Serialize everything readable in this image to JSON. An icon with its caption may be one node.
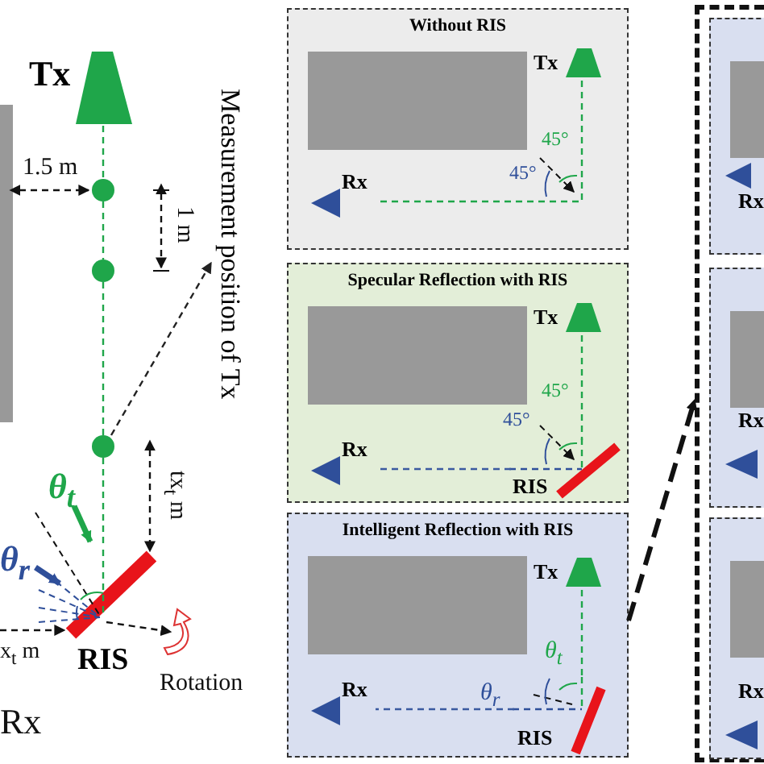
{
  "diagram": {
    "nodes": [
      {
        "text": [
          "Tx"
        ]
      },
      {
        "text": [],
        "shape": "circle"
      },
      {
        "text": [],
        "shape": "circle"
      },
      {
        "text": [],
        "shape": "circle"
      },
      {
        "text": [
          "Measurement position of Tx"
        ]
      },
      {
        "text": [
          "RIS"
        ]
      },
      {
        "text": [
          "Without RIS"
        ]
      },
      {
        "text": [
          "Tx"
        ],
        "in": 6
      },
      {
        "text": [
          "Rx"
        ],
        "in": 6
      },
      {
        "text": [
          "Specular Reflection with RIS"
        ]
      },
      {
        "text": [
          "Tx"
        ],
        "in": 9
      },
      {
        "text": [
          "Rx"
        ],
        "in": 9
      },
      {
        "text": [
          "RIS"
        ],
        "in": 9
      },
      {
        "text": [
          "Intelligent Reflection with RIS"
        ]
      },
      {
        "text": [
          "Tx"
        ],
        "in": 13
      },
      {
        "text": [
          "Rx"
        ],
        "in": 13
      },
      {
        "text": [
          "RIS"
        ],
        "in": 13
      },
      {
        "text": [],
        "shape": "box"
      },
      {
        "text": [],
        "shape": "box",
        "in": 17
      },
      {
        "text": [
          "Rx"
        ],
        "in": 18
      },
      {
        "text": [],
        "shape": "box",
        "in": 17
      },
      {
        "text": [
          "Rx"
        ],
        "in": 20
      },
      {
        "text": [],
        "shape": "box",
        "in": 17
      },
      {
        "text": [
          "Rx"
        ],
        "in": 22
      },
      {
        "text": [],
        "shape": "box",
        "in": 6
      },
      {
        "text": [],
        "shape": "box",
        "in": 9
      },
      {
        "text": [],
        "shape": "box",
        "in": 13
      },
      {
        "text": [],
        "shape": "box",
        "in": 18
      },
      {
        "text": [],
        "shape": "box",
        "in": 20
      },
      {
        "text": [],
        "shape": "box",
        "in": 22
      }
    ],
    "edges": [
      {
        "from": 0,
        "to": 1,
        "arrow": "none",
        "style": "dashed"
      },
      {
        "from": 1,
        "to": 2,
        "arrow": "none",
        "style": "dashed"
      },
      {
        "from": 2,
        "to": 3,
        "arrow": "none",
        "style": "dashed"
      },
      {
        "from": 3,
        "to": 5,
        "arrow": "none",
        "style": "dashed"
      },
      {
        "from": 3,
        "to": 4,
        "arrow": "to",
        "style": "dashed",
        "color": "#222222"
      },
      {
        "from": 7,
        "to": 8,
        "arrow": "none",
        "style": "dashed"
      },
      {
        "from": 10,
        "to": 12,
        "arrow": "none",
        "style": "dashed"
      },
      {
        "from": 12,
        "to": 11,
        "arrow": "none",
        "style": "dashed",
        "color": "#3b5aa0"
      },
      {
        "from": 14,
        "to": 16,
        "arrow": "none",
        "style": "dashed"
      },
      {
        "from": 16,
        "to": 15,
        "arrow": "none",
        "style": "dashed",
        "color": "#3b5aa0"
      },
      {
        "from": 13,
        "to": 17,
        "arrow": "to",
        "style": "dashed",
        "color": "#111111"
      }
    ],
    "labels": [
      "1.5 m",
      "1 m",
      "θ$_{t}$",
      "θ$_{r}$",
      "tx$_{t}$ m",
      "x$_{t}$ m",
      "Rotation",
      "Rx",
      "45°",
      "45°",
      "45°",
      "45°",
      "θ$_{t}$",
      "θ$_{r}$"
    ]
  }
}
